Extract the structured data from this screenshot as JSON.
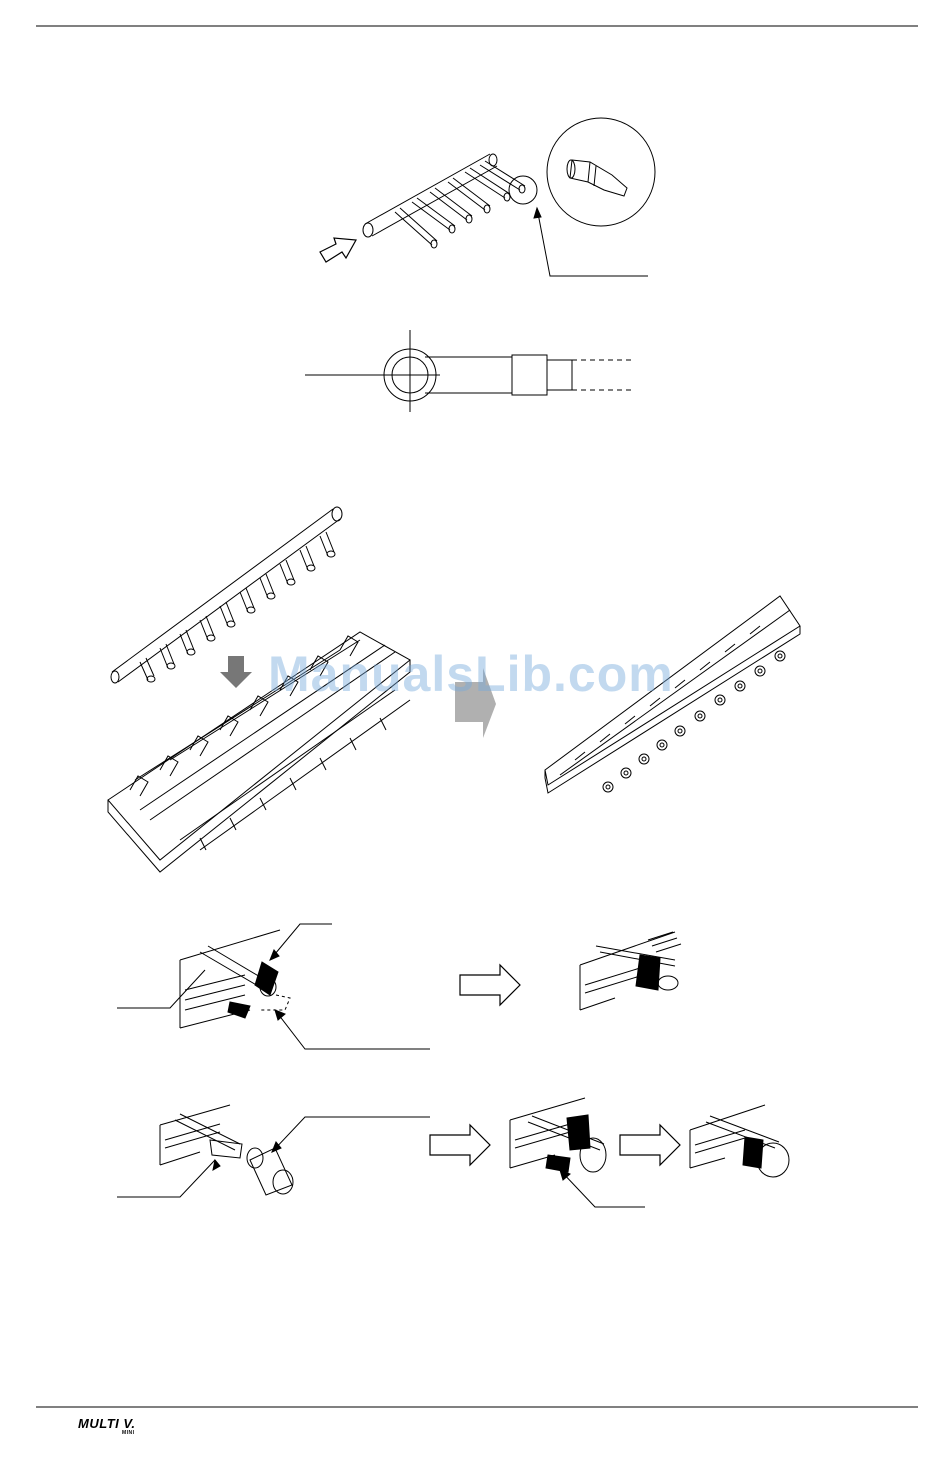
{
  "watermark": {
    "text": "ManualsLib.com"
  },
  "footer": {
    "logo_main": "MULTI V.",
    "logo_sub": "MINI"
  },
  "icons": [
    "outline-arrow-icon",
    "gray-arrow-icon",
    "down-arrow-icon",
    "magnifier-circle-icon"
  ],
  "colors": {
    "line": "#000000",
    "watermark": "#78aadc",
    "gray_arrow": "#b0b0b0"
  }
}
